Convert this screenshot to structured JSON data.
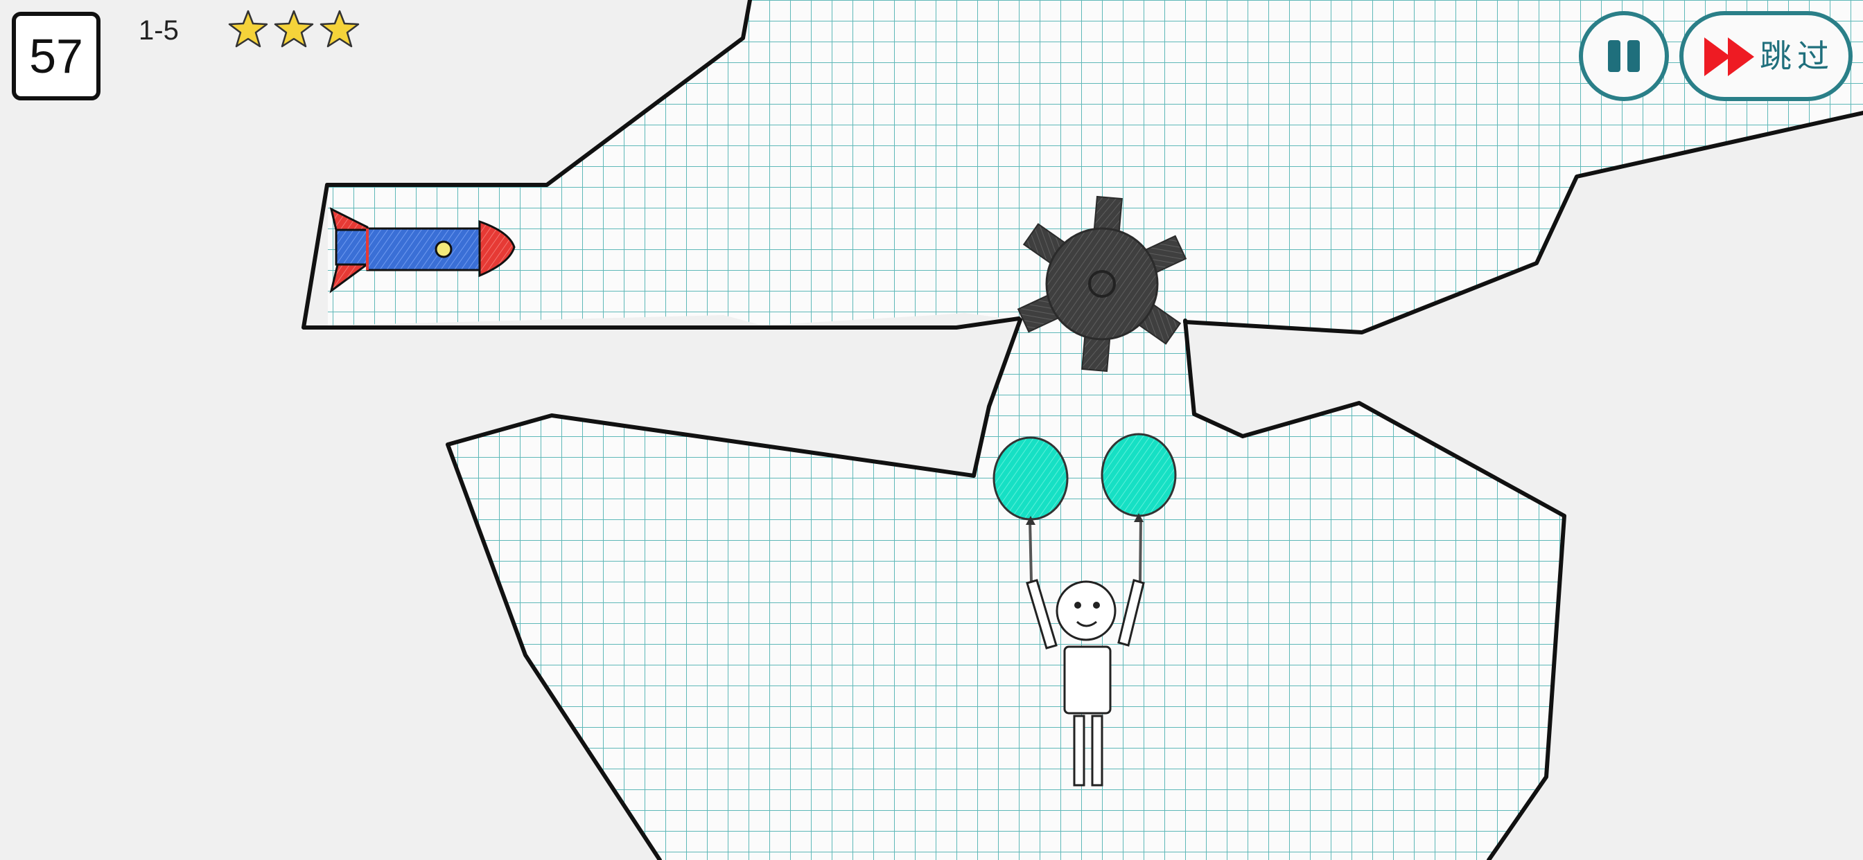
{
  "hud": {
    "counter": "57",
    "level": "1-5",
    "stars": {
      "earned": 3,
      "total": 3,
      "color": "#f5d33a"
    }
  },
  "controls": {
    "pause": {
      "icon": "pause-icon"
    },
    "skip": {
      "icon": "fast-forward-icon",
      "label": "跳过"
    }
  },
  "theme": {
    "background": "#f0f0f0",
    "grid_line": "#5eb8b8",
    "outline": "#111111",
    "accent": "#1f6f7c",
    "balloon": "#16e0c4",
    "rocket_body": "#3a6fd6",
    "rocket_fins": "#e63a35",
    "saw": "#444444"
  },
  "scene": {
    "rocket": {
      "icon": "rocket-icon"
    },
    "saw_gear": {
      "icon": "gear-icon"
    },
    "balloons": [
      {
        "icon": "balloon-icon"
      },
      {
        "icon": "balloon-icon"
      }
    ],
    "character": {
      "icon": "stick-figure-icon"
    }
  }
}
